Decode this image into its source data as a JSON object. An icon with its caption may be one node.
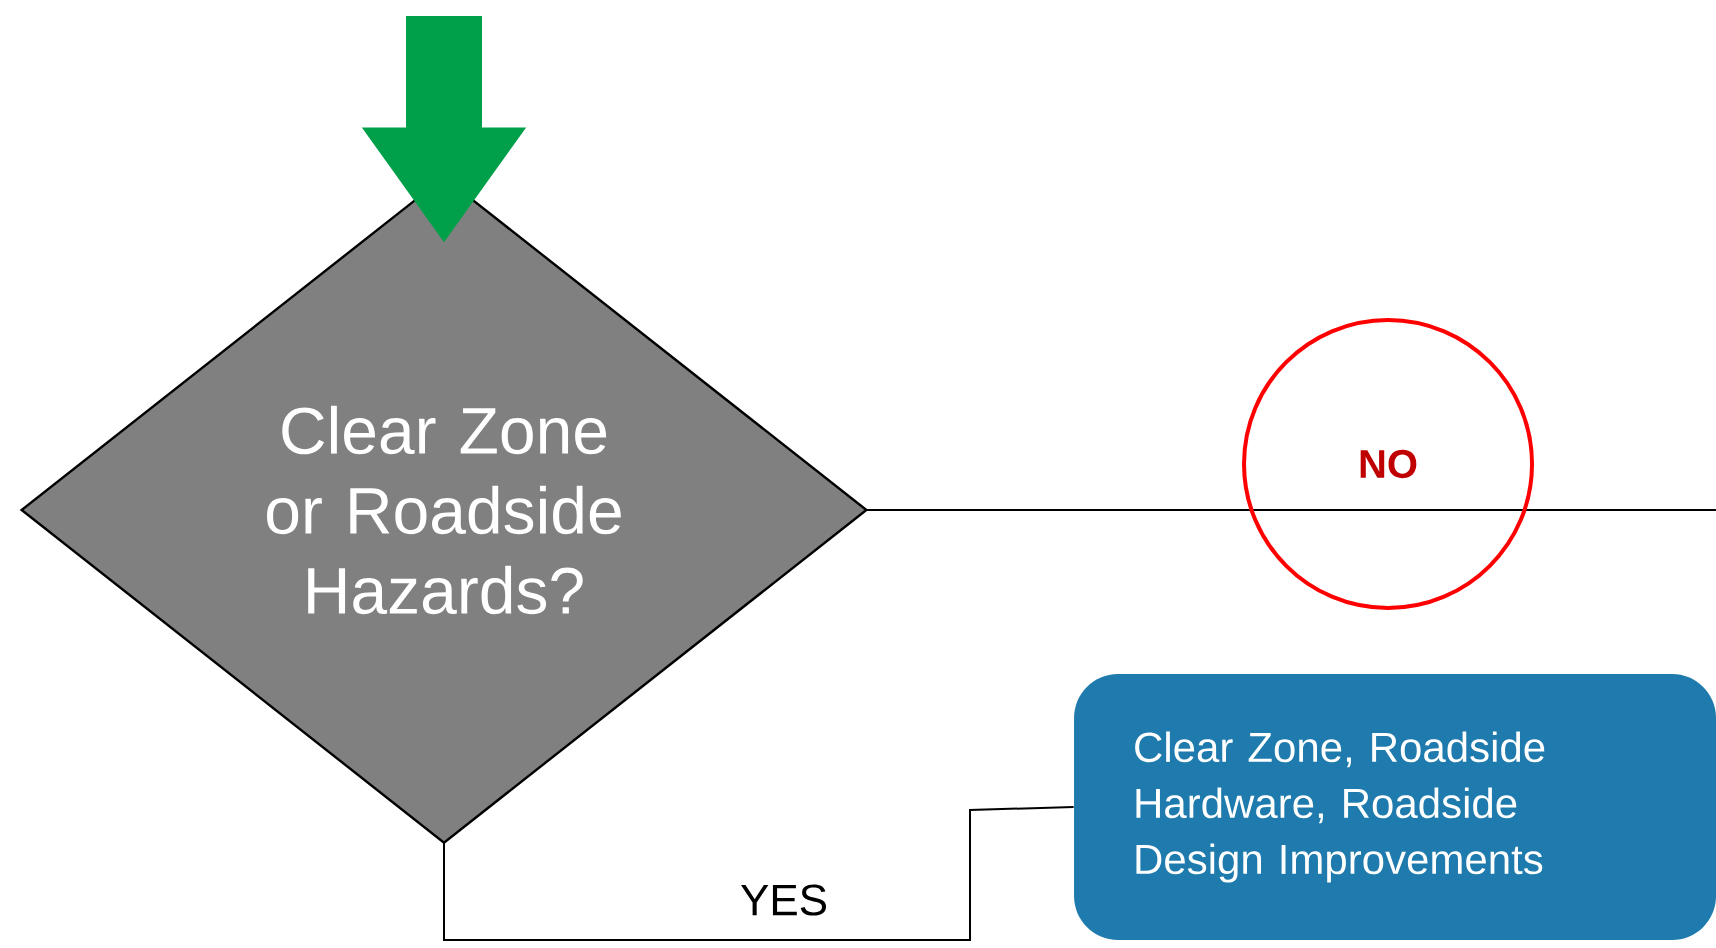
{
  "diagram": {
    "nodes": [
      {
        "text": [
          "Clear Zone or Roadside Hazards?"
        ]
      },
      {
        "text": [
          "Clear Zone, Roadside Hardware, Roadside Design Improvements"
        ]
      }
    ],
    "edges": [
      {
        "from": null,
        "to": 0,
        "arrow": "to",
        "style": "thick",
        "color": "#00a04a"
      },
      {
        "from": 0,
        "to": null,
        "arrow": "none",
        "label": "NO"
      },
      {
        "from": 0,
        "to": 1,
        "arrow": "none",
        "label": "YES"
      }
    ]
  }
}
